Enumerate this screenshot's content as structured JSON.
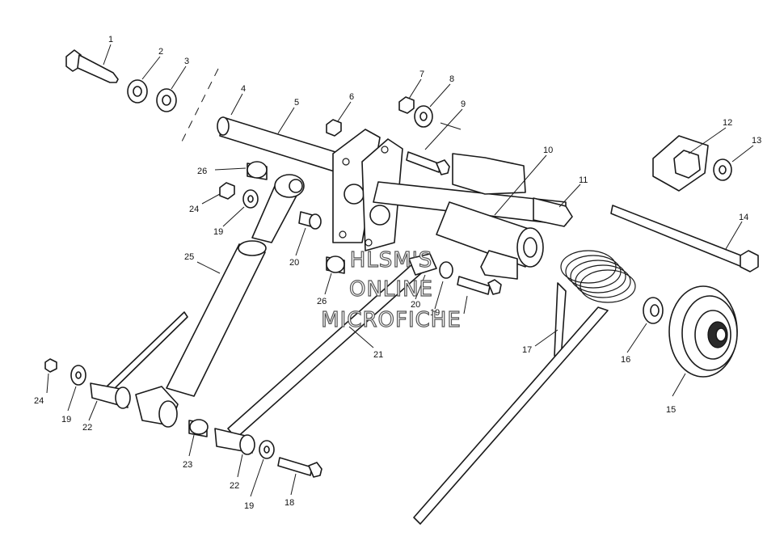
{
  "callouts": [
    "1",
    "2",
    "3",
    "4",
    "5",
    "6",
    "7",
    "8",
    "9",
    "10",
    "11",
    "12",
    "13",
    "14",
    "15",
    "16",
    "17",
    "19",
    "20",
    "21",
    "22",
    "23",
    "24",
    "25",
    "26",
    "19",
    "20",
    "22",
    "24",
    "26",
    "19",
    "18",
    "19",
    "22",
    "24"
  ],
  "watermark": [
    "HLSM'S",
    "ONLINE",
    "MICROFICHE"
  ]
}
